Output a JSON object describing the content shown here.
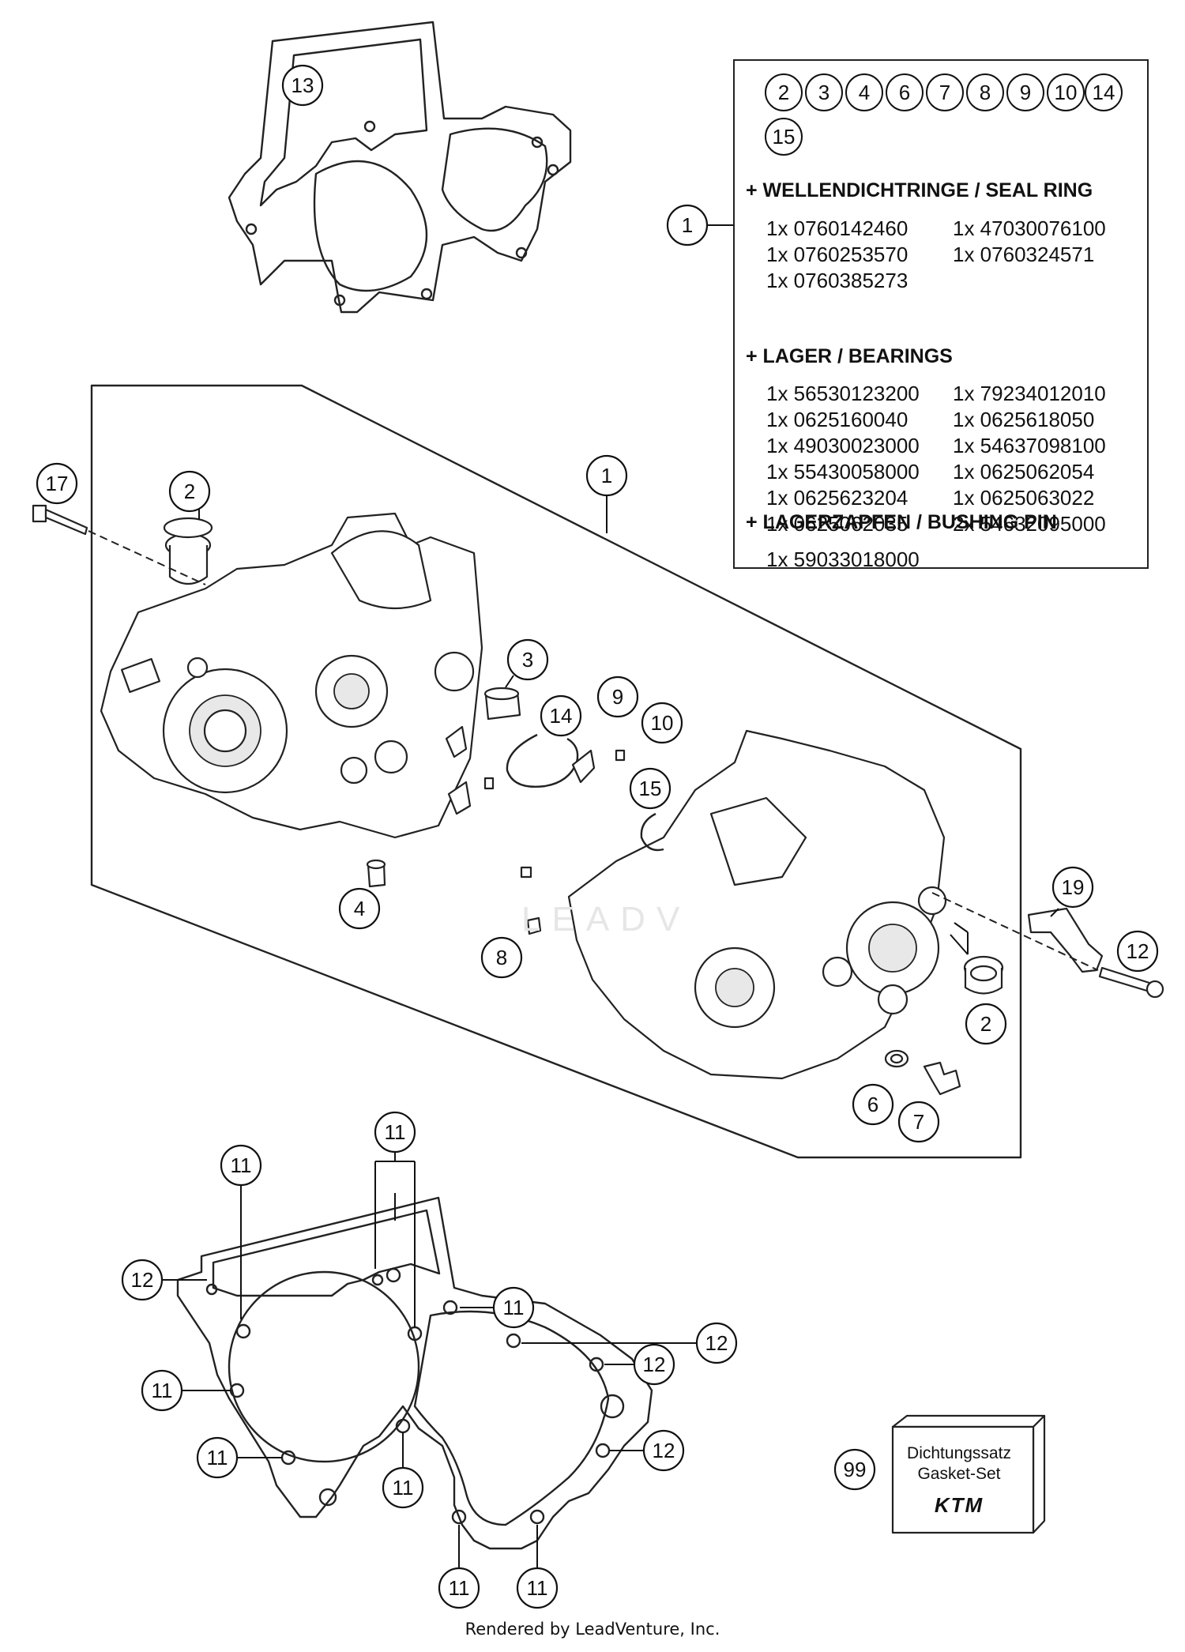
{
  "box": {
    "chips": [
      "2",
      "3",
      "4",
      "6",
      "7",
      "8",
      "9",
      "10",
      "14",
      "15"
    ],
    "sections": [
      {
        "title": "+ WELLENDICHTRINGE / SEAL RING",
        "rows": [
          [
            "1x 0760142460",
            "1x 47030076100"
          ],
          [
            "1x 0760253570",
            "1x 0760324571"
          ],
          [
            "1x 0760385273",
            ""
          ]
        ]
      },
      {
        "title": "+ LAGER / BEARINGS",
        "rows": [
          [
            "1x 56530123200",
            "1x 79234012010"
          ],
          [
            "1x 0625160040",
            "1x 0625618050"
          ],
          [
            "1x 49030023000",
            "1x 54637098100"
          ],
          [
            "1x 55430058000",
            "1x 0625062054"
          ],
          [
            "1x 0625623204",
            "1x 0625063022"
          ],
          [
            "1x 0625062035",
            "2x 54632095000"
          ]
        ]
      },
      {
        "title": "+ LAGERZAPFEN / BUSHING PIN",
        "rows": [
          [
            "1x 59033018000",
            ""
          ]
        ]
      }
    ]
  },
  "callouts": {
    "c13": "13",
    "c1_box": "1",
    "c1_main": "1",
    "c17": "17",
    "c2_top": "2",
    "c3": "3",
    "c9": "9",
    "c14": "14",
    "c10": "10",
    "c15": "15",
    "c4": "4",
    "c8": "8",
    "c19": "19",
    "c12_bolt": "12",
    "c2_right": "2",
    "c6": "6",
    "c7": "7",
    "g11_top": "11",
    "g11_left": "11",
    "g12_a": "12",
    "g11_b": "11",
    "g12_b": "12",
    "g12_c": "12",
    "g11_c": "11",
    "g12_d": "12",
    "g11_d": "11",
    "g11_e": "11",
    "g11_f": "11",
    "g11_g": "11",
    "c99": "99"
  },
  "kit": {
    "line1": "Dichtungssatz",
    "line2": "Gasket-Set",
    "logo": "KTM"
  },
  "watermark": "LEADV",
  "footer": "Rendered by LeadVenture, Inc."
}
